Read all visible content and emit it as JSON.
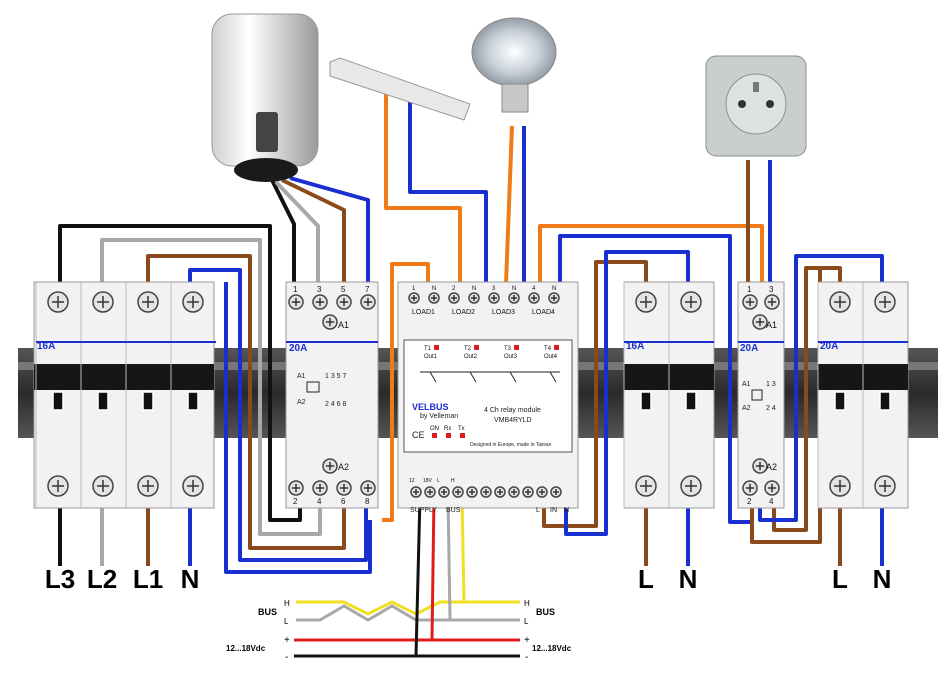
{
  "breakers": {
    "left": {
      "rating": "16A",
      "bottom_labels": [
        "L3",
        "L2",
        "L1",
        "N"
      ]
    },
    "mid": {
      "rating": "16A",
      "bottom_labels": [
        "L",
        "N"
      ]
    },
    "right": {
      "rating": "20A",
      "bottom_labels": [
        "L",
        "N"
      ]
    }
  },
  "contactor4": {
    "rating": "20A",
    "top_terminals": [
      "1",
      "3",
      "5",
      "7"
    ],
    "bottom_terminals": [
      "2",
      "4",
      "6",
      "8"
    ],
    "coil_top": "A1",
    "coil_bottom": "A2",
    "sym_a1": "A1",
    "sym_a2": "A2",
    "sym_top": "1 3 5 7",
    "sym_bottom": "2 4 6 8"
  },
  "contactor2": {
    "rating": "20A",
    "top_terminals": [
      "1",
      "3"
    ],
    "bottom_terminals": [
      "2",
      "4"
    ],
    "coil_top": "A1",
    "coil_bottom": "A2",
    "sym_a1": "A1",
    "sym_a2": "A2",
    "sym_top": "1 3",
    "sym_bottom": "2 4"
  },
  "relay": {
    "brand": "VELBUS",
    "brand_sub": "by Velleman",
    "name": "4 Ch relay module",
    "model": "VMB4RYLD",
    "note": "Designed in Europe, made in Taiwan",
    "ce": "CE",
    "leds": [
      "ON",
      "Rx",
      "Tx"
    ],
    "channels": [
      "T1",
      "T2",
      "T3",
      "T4"
    ],
    "outputs": [
      "Out1",
      "Out2",
      "Out3",
      "Out4"
    ],
    "top_terminals": [
      "1",
      "N",
      "2",
      "N",
      "3",
      "N",
      "4",
      "N"
    ],
    "loads": [
      "LOAD1",
      "LOAD2",
      "LOAD3",
      "LOAD4"
    ],
    "bottom_left": [
      "12",
      "18V",
      "L",
      "H"
    ],
    "supply": "SUPPLY",
    "bus": "BUS",
    "bottom_right": [
      "L",
      "IN",
      "N"
    ]
  },
  "bus": {
    "left_label": "BUS",
    "right_label": "BUS",
    "h": "H",
    "l": "L",
    "plus": "+",
    "minus": "-",
    "left_supply": "12...18Vdc",
    "right_supply": "12...18Vdc"
  },
  "colors": {
    "black": "#111111",
    "grey": "#a8a8a8",
    "brown": "#8a4a1c",
    "blue": "#1a2fd0",
    "orange": "#f07a18",
    "red": "#e01b1b",
    "yellow": "#f0e020"
  }
}
